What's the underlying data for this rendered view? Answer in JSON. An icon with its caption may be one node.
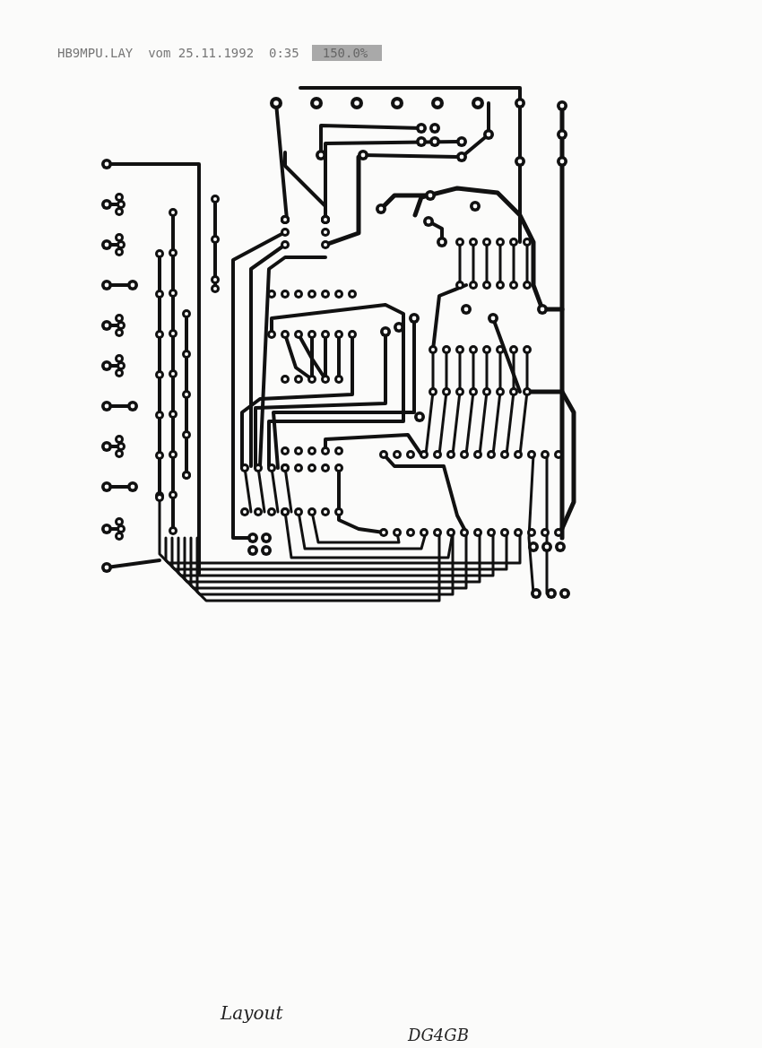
{
  "diagram": {
    "labels": [
      "HB9MPU.LAY  vom 25.11.1992  0:35",
      "150.0%",
      "Layout",
      "DG4GB"
    ]
  }
}
